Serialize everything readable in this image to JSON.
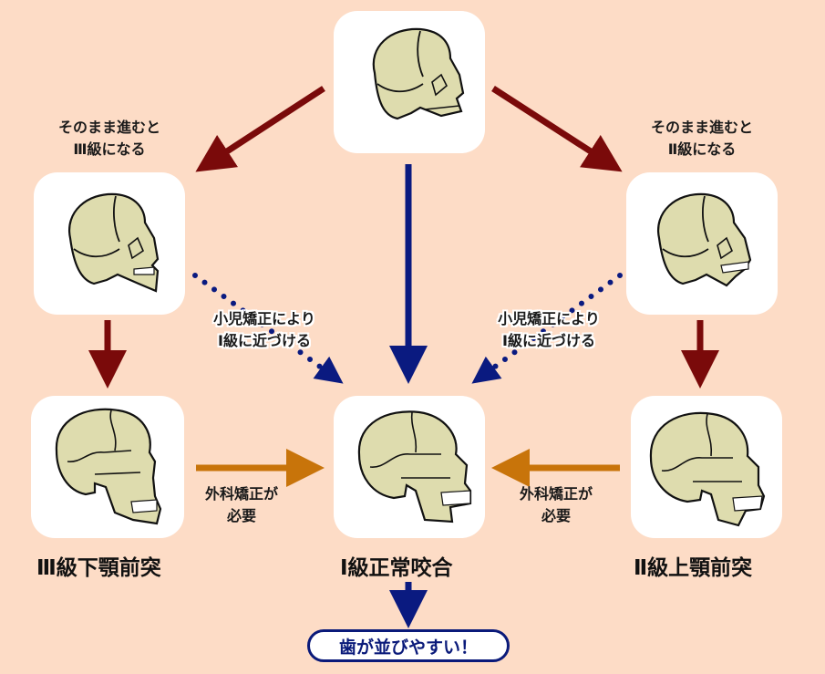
{
  "title": "Skull growth and malocclusion classes",
  "colors": {
    "background": "#fddcc6",
    "card": "#ffffff",
    "bone_fill": "#dedcae",
    "bone_line": "#111111",
    "progression_arrow": "#7a0a0a",
    "orthodontic_arrow": "#0a1a80",
    "surgical_arrow": "#c8740a",
    "pill_border": "#0a1a7a"
  },
  "nodes": {
    "infant": {
      "icon": "infant-skull-icon"
    },
    "child_class3": {
      "icon": "child-skull-underbite-icon"
    },
    "child_class2": {
      "icon": "child-skull-overbite-icon"
    },
    "adult_class3": {
      "icon": "adult-skull-underbite-icon",
      "label": "Ⅲ級下顎前突"
    },
    "adult_class1": {
      "icon": "adult-skull-normal-icon",
      "label": "Ⅰ級正常咬合"
    },
    "adult_class2": {
      "icon": "adult-skull-overbite-icon",
      "label": "Ⅱ級上顎前突"
    }
  },
  "notes": {
    "left_progression": [
      "そのまま進むと",
      "Ⅲ級になる"
    ],
    "right_progression": [
      "そのまま進むと",
      "Ⅱ級になる"
    ],
    "left_orthodontic": [
      "小児矯正により",
      "Ⅰ級に近づける"
    ],
    "right_orthodontic": [
      "小児矯正により",
      "Ⅰ級に近づける"
    ],
    "left_surgical": [
      "外科矯正が",
      "必要"
    ],
    "right_surgical": [
      "外科矯正が",
      "必要"
    ]
  },
  "result": {
    "label": "歯が並びやすい！"
  }
}
